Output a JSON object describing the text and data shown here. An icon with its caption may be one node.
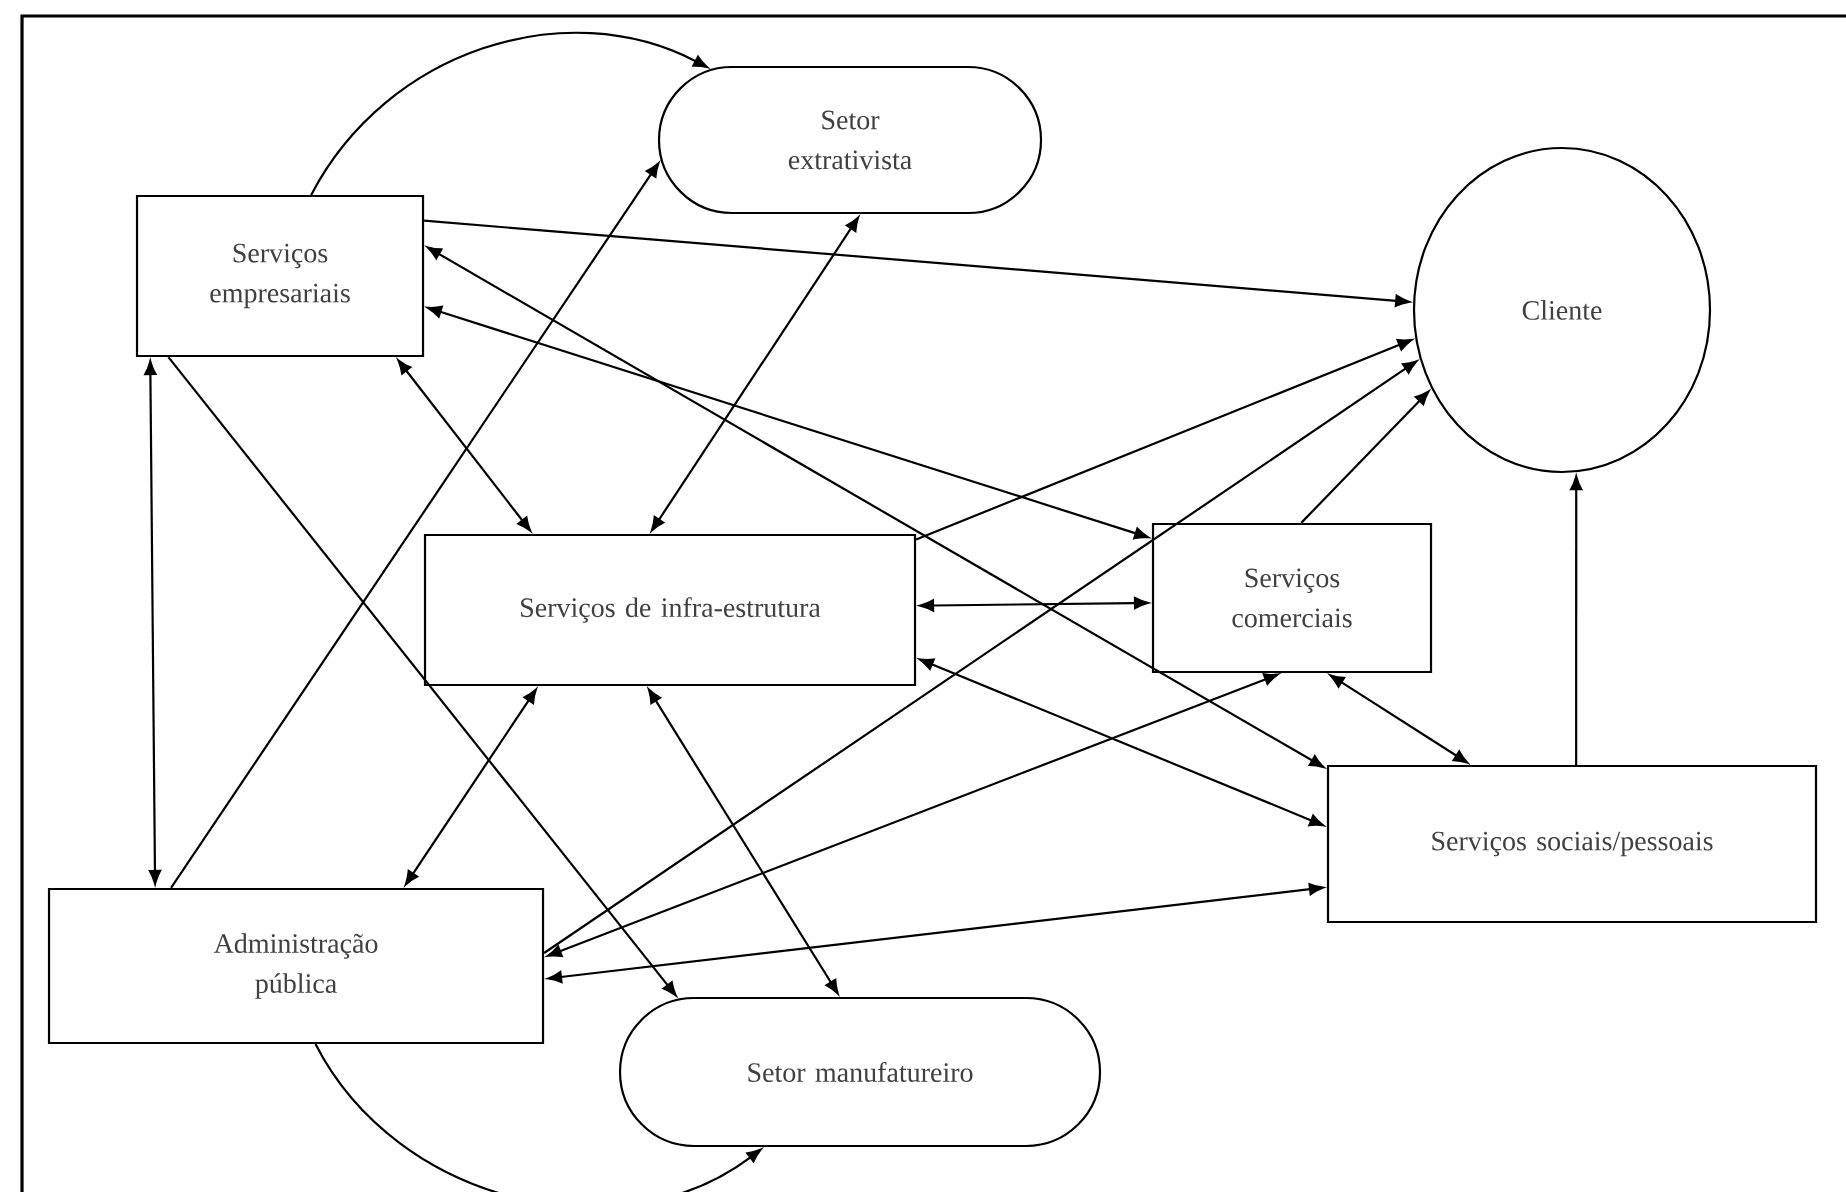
{
  "diagram": {
    "nodes": [
      {
        "text": [
          "Serviços empresariais"
        ]
      },
      {
        "text": [
          "Setor extrativista"
        ]
      },
      {
        "text": [
          "Cliente"
        ]
      },
      {
        "text": [
          "Serviços de infra-estrutura"
        ]
      },
      {
        "text": [
          "Serviços comerciais"
        ]
      },
      {
        "text": [
          "Administração pública"
        ]
      },
      {
        "text": [
          "Setor manufatureiro"
        ]
      },
      {
        "text": [
          "Serviços sociais/pessoais"
        ]
      }
    ],
    "edges": [
      {
        "from": 0,
        "to": 1,
        "arrow": "to"
      },
      {
        "from": 0,
        "to": 2,
        "arrow": "to"
      },
      {
        "from": 0,
        "to": 7,
        "arrow": "both"
      },
      {
        "from": 0,
        "to": 4,
        "arrow": "both"
      },
      {
        "from": 0,
        "to": 3,
        "arrow": "both"
      },
      {
        "from": 0,
        "to": 6,
        "arrow": "to"
      },
      {
        "from": 0,
        "to": 5,
        "arrow": "both"
      },
      {
        "from": 5,
        "to": 1,
        "arrow": "to"
      },
      {
        "from": 1,
        "to": 3,
        "arrow": "both"
      },
      {
        "from": 3,
        "to": 2,
        "arrow": "to"
      },
      {
        "from": 3,
        "to": 4,
        "arrow": "both"
      },
      {
        "from": 3,
        "to": 7,
        "arrow": "both"
      },
      {
        "from": 3,
        "to": 5,
        "arrow": "both"
      },
      {
        "from": 3,
        "to": 6,
        "arrow": "both"
      },
      {
        "from": 5,
        "to": 2,
        "arrow": "to"
      },
      {
        "from": 4,
        "to": 5,
        "arrow": "both"
      },
      {
        "from": 7,
        "to": 5,
        "arrow": "both"
      },
      {
        "from": 4,
        "to": 7,
        "arrow": "both"
      },
      {
        "from": 4,
        "to": 2,
        "arrow": "to"
      },
      {
        "from": 7,
        "to": 2,
        "arrow": "to"
      },
      {
        "from": 5,
        "to": 6,
        "arrow": "to"
      }
    ]
  }
}
